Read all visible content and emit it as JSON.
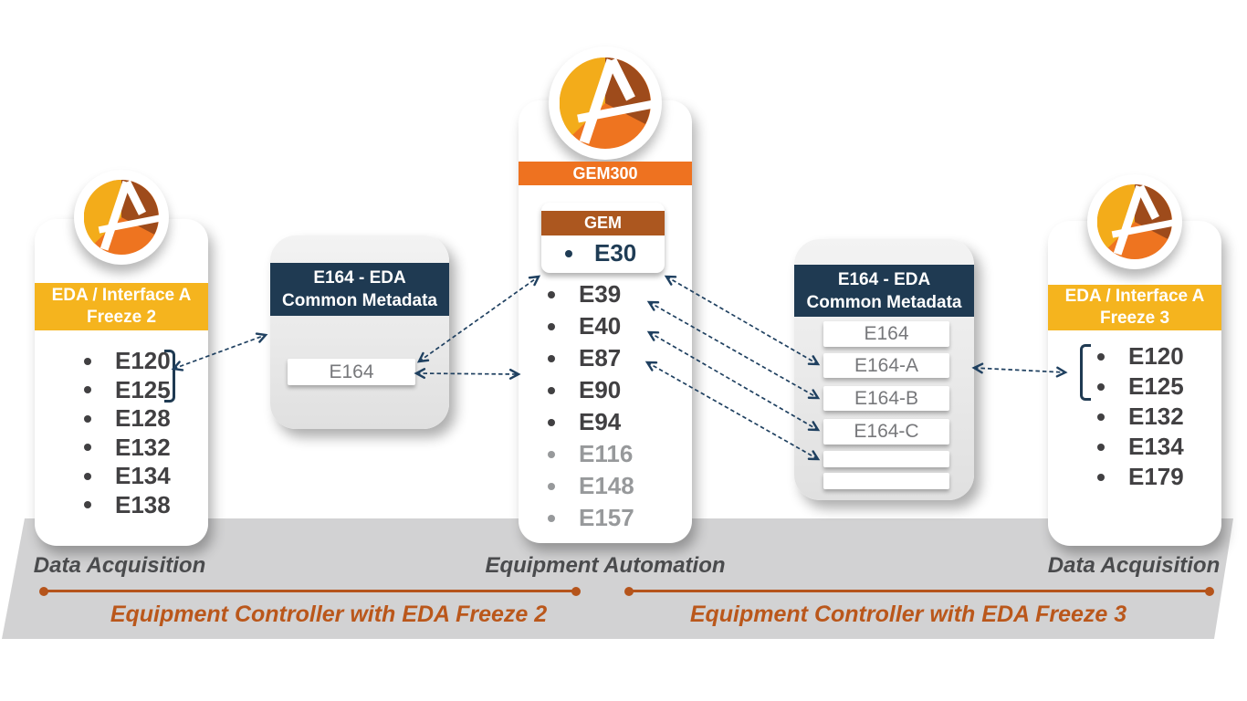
{
  "panels": {
    "freeze2": {
      "title": [
        "EDA / Interface A",
        "Freeze 2"
      ],
      "items": [
        "E120",
        "E125",
        "E128",
        "E132",
        "E134",
        "E138"
      ]
    },
    "metaLeft": {
      "title": [
        "E164 - EDA",
        "Common Metadata"
      ],
      "boxes": [
        "E164"
      ]
    },
    "gem300": {
      "title": "GEM300",
      "gem_title": "GEM",
      "gem_items": [
        "E30"
      ],
      "active_items": [
        "E39",
        "E40",
        "E87",
        "E90",
        "E94"
      ],
      "inactive_items": [
        "E116",
        "E148",
        "E157"
      ]
    },
    "metaRight": {
      "title": [
        "E164 - EDA",
        "Common Metadata"
      ],
      "boxes": [
        "E164",
        "E164-A",
        "E164-B",
        "E164-C",
        "",
        ""
      ]
    },
    "freeze3": {
      "title": [
        "EDA / Interface A",
        "Freeze 3"
      ],
      "items": [
        "E120",
        "E125",
        "E132",
        "E134",
        "E179"
      ]
    }
  },
  "footer": {
    "left_label": "Data Acquisition",
    "center_label": "Equipment Automation",
    "right_label": "Data Acquisition",
    "caption_left": "Equipment Controller with EDA Freeze 2",
    "caption_right": "Equipment Controller with EDA Freeze 3"
  },
  "colors": {
    "yellow_header": "#F5B41E",
    "orange_header": "#EE7220",
    "gem_rust": "#AC571F",
    "navy_header": "#1F3A52",
    "navy_text": "#1F3C55",
    "muted_text": "#97999B",
    "item_text": "#414042",
    "box_text": "#77787B",
    "floor": "#D2D2D3",
    "accent_line": "#B5541B",
    "logo_yellow": "#F3AC1A",
    "logo_orange": "#EE7420",
    "logo_brown": "#9E4B1B"
  }
}
